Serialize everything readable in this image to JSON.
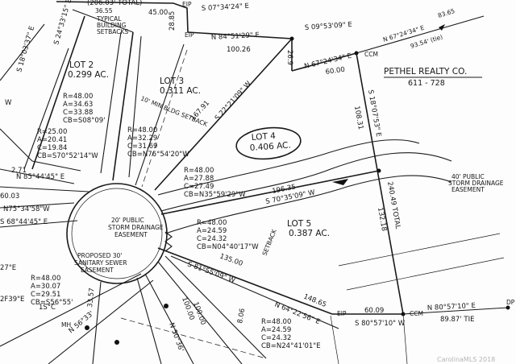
{
  "top": {
    "arc_total": "(206.03' TOTAL)",
    "bearing_nw": "S 07°34'24\" E",
    "dist_45": "45.00",
    "dist_2885": "28.85",
    "ep_label": "EIP",
    "bearing_north": "N 84°51'29\" E",
    "dist_10026": "100.26",
    "bearing_ne1": "S 09°53'09\" E",
    "bearing_ne2": "N 67°24'34\" E",
    "bearing_ne3": "N 67°24'34\" E",
    "dist_9354": "93.54' (tie)",
    "dist_8365": "83.65",
    "ccm": "CCM",
    "dist_6000": "60.00",
    "dist_269": "26.9"
  },
  "owner": {
    "name": "PETHEL REALTY CO.",
    "ref": "611 - 728"
  },
  "lots": [
    {
      "name": "LOT 2",
      "area": "0.299 AC."
    },
    {
      "name": "LOT 3",
      "area": "0.311 AC."
    },
    {
      "name": "LOT 4",
      "area": "0.406 AC."
    },
    {
      "name": "LOT 5",
      "area": "0.387 AC."
    }
  ],
  "notes": {
    "setback_typical": "TYPICAL BUILDING SETBACKS",
    "setback_10": "10' MIN BLDG SETBACK",
    "setback": "SETBACK",
    "storm_40_1": "40' PUBLIC",
    "storm_40_2": "STORM DRAINAGE",
    "storm_40_3": "EASEMENT",
    "storm_20_1": "20' PUBLIC",
    "storm_20_2": "STORM DRAINAGE",
    "storm_20_3": "EASEMENT",
    "sewer_1": "PROPOSED 30'",
    "sewer_2": "SANITARY SEWER",
    "sewer_3": "EASEMENT"
  },
  "curves": {
    "lot2": [
      "R=48.00",
      "A=34.63",
      "C=33.88",
      "CB=S08°09'"
    ],
    "left": [
      "R=25.00",
      "A=20.41",
      "C=19.84",
      "CB=S70°52'14\"W"
    ],
    "lot3": [
      "R=48.00",
      "A=32.29",
      "C=31.69",
      "CB=N76°54'20\"W"
    ],
    "lot4": [
      "R=48.00",
      "A=27.88",
      "C=27.49",
      "CB=N35°59'29\"W"
    ],
    "lot5": [
      "R=48.00",
      "A=24.59",
      "C=24.32",
      "CB=N04°40'17\"W"
    ],
    "bottom_left": [
      "R=48.00",
      "A=30.07",
      "C=29.51",
      "CB=S56°55'"
    ],
    "bottom_right": [
      "R=48.00",
      "A=24.59",
      "C=24.32",
      "CB=N24°41'01\"E"
    ]
  },
  "bearings": {
    "lot4_lot5": "S 70°35'09\" W",
    "lot4_lot5_dist": "196.35",
    "lot3_lot4": "S 22°21'09\" W",
    "lot3_lot4_dist": "167.91",
    "east_1": "S 18°07'53\" E",
    "east_2": "108.31",
    "east_total": "240.49 TOTAL",
    "east_total2": "132.18",
    "south_1": "N 80°57'10\" E",
    "south_2": "89.87' TIE",
    "south_3": "S 80°57'10\" W",
    "south_4": "60.09",
    "lot5_south": "N 64°22'56\" E",
    "lot5_south_dist": "148.65",
    "lot5_west": "S 81°55'09\" W",
    "lot5_west_dist": "135.00",
    "left_1": "N 85°44'45\" E",
    "left_2": "N75°34'58\"W",
    "left_3": "S 68°44'45\" E",
    "left_4": "60.03",
    "left_5": "2.71",
    "left_6": "S 24°33'15\" E",
    "left_7": "S 18°03'37\" E",
    "bl_1": "2F39\"E",
    "bl_2": "27\"E",
    "bl_3": "1S°C",
    "bl_4": "N 56°33'",
    "bl_5": "33.57",
    "bl_6": "100.00",
    "bl_7": "100.00",
    "bl_8": "N 50°36'",
    "bl_9": "8.06",
    "mh": "MH",
    "ep2": "EIP",
    "dp": "DP",
    "ccm2": "CCM",
    "w_label": "W"
  },
  "watermark": "CarolinaMLS 2018"
}
